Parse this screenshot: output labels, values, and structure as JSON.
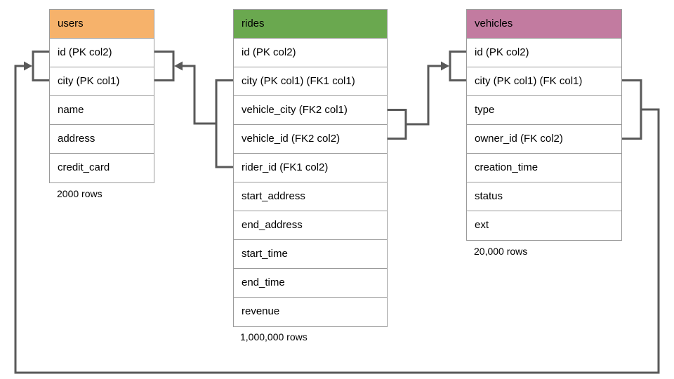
{
  "diagram": {
    "connector_color": "#595959",
    "border_color": "#9a9a9a",
    "background_color": "#ffffff"
  },
  "tables": [
    {
      "id": "users",
      "title": "users",
      "header_color": "#F6B26B",
      "columns": [
        "id (PK col2)",
        "city (PK col1)",
        "name",
        "address",
        "credit_card"
      ],
      "row_count_label": "2000 rows"
    },
    {
      "id": "rides",
      "title": "rides",
      "header_color": "#6AA84F",
      "columns": [
        "id (PK col2)",
        "city (PK col1) (FK1 col1)",
        "vehicle_city (FK2 col1)",
        "vehicle_id (FK2 col2)",
        "rider_id (FK1 col2)",
        "start_address",
        "end_address",
        "start_time",
        "end_time",
        "revenue"
      ],
      "row_count_label": "1,000,000 rows"
    },
    {
      "id": "vehicles",
      "title": "vehicles",
      "header_color": "#C27BA0",
      "columns": [
        "id (PK col2)",
        "city (PK col1) (FK col1)",
        "type",
        "owner_id (FK col2)",
        "creation_time",
        "status",
        "ext"
      ],
      "row_count_label": "20,000 rows"
    }
  ],
  "relationships": [
    {
      "name": "FK1",
      "from": "rides (city, rider_id)",
      "to": "users (id, city)"
    },
    {
      "name": "FK2",
      "from": "rides (vehicle_city, vehicle_id)",
      "to": "vehicles (id, city)"
    },
    {
      "name": "FK",
      "from": "vehicles (city, owner_id)",
      "to": "users (id, city)"
    }
  ]
}
